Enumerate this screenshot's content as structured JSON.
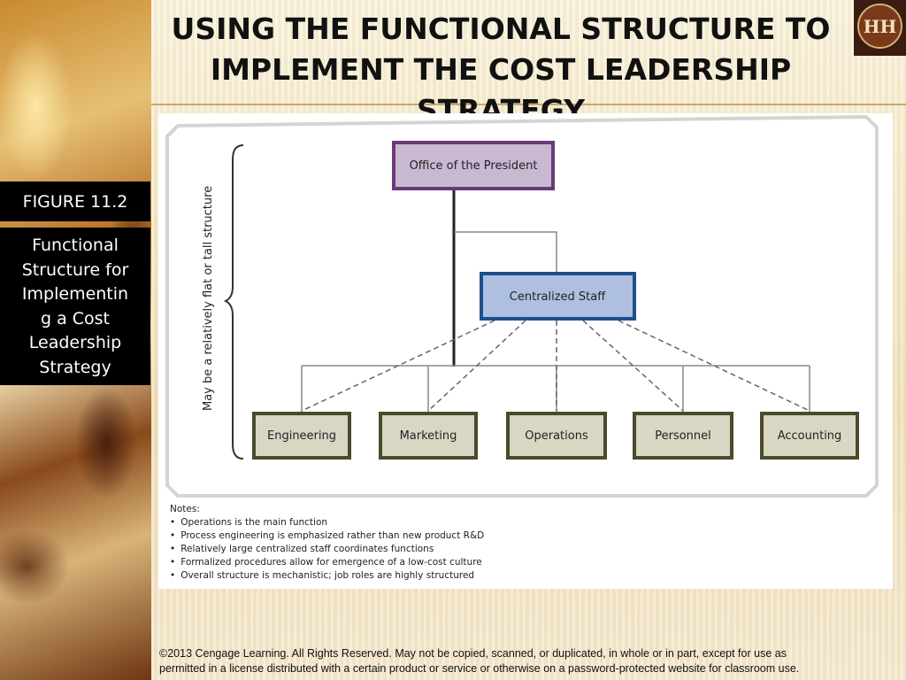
{
  "slide": {
    "title": "USING THE FUNCTIONAL STRUCTURE TO IMPLEMENT THE COST LEADERSHIP STRATEGY",
    "figure_label": "FIGURE  11.2",
    "caption_lines": [
      "Functional",
      "Structure for",
      "Implementin",
      "g a Cost",
      "Leadership",
      "Strategy"
    ],
    "logo_text": "HH"
  },
  "diagram": {
    "side_label": "May be a relatively flat or tall structure",
    "top": "Office of the President",
    "staff": "Centralized Staff",
    "functions": [
      "Engineering",
      "Marketing",
      "Operations",
      "Personnel",
      "Accounting"
    ],
    "colors": {
      "top_fill": "#c8b8d2",
      "top_border": "#6a3a78",
      "staff_fill": "#aebfe0",
      "staff_border": "#1c4f8c",
      "func_fill": "#d9d6c4",
      "func_border": "#4a4a2c"
    }
  },
  "notes": {
    "title": "Notes:",
    "items": [
      "Operations is the main function",
      "Process engineering is emphasized rather than new product R&D",
      "Relatively large centralized staff coordinates functions",
      "Formalized procedures allow for emergence of a low-cost culture",
      "Overall structure is mechanistic; job roles are highly structured"
    ]
  },
  "copyright": {
    "line1": "©2013 Cengage Learning.  All Rights Reserved.  May not be copied, scanned, or duplicated, in whole or in part, except for use as",
    "line2": "permitted in a license distributed with a certain product or service or otherwise on a password-protected website for classroom use."
  }
}
